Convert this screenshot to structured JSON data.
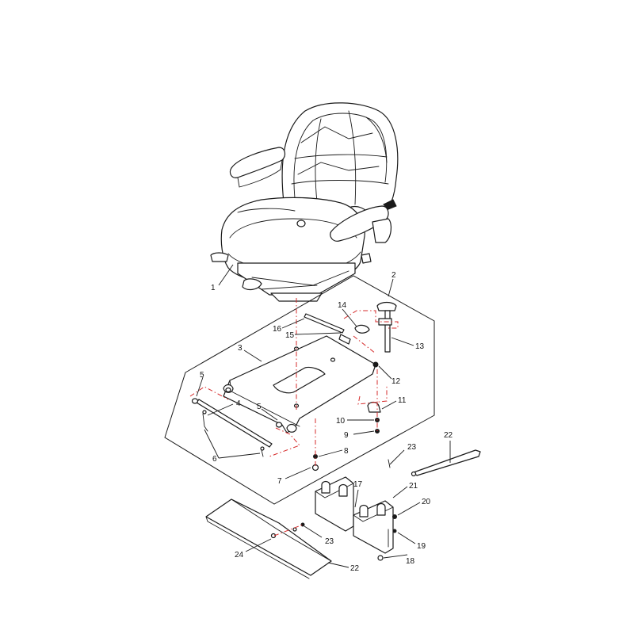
{
  "callouts": [
    {
      "id": "c1",
      "label": "1"
    },
    {
      "id": "c2",
      "label": "2"
    },
    {
      "id": "c3",
      "label": "3"
    },
    {
      "id": "c4",
      "label": "4"
    },
    {
      "id": "c5a",
      "label": "5"
    },
    {
      "id": "c5b",
      "label": "5"
    },
    {
      "id": "c6",
      "label": "6"
    },
    {
      "id": "c7",
      "label": "7"
    },
    {
      "id": "c8",
      "label": "8"
    },
    {
      "id": "c9",
      "label": "9"
    },
    {
      "id": "c10",
      "label": "10"
    },
    {
      "id": "c11",
      "label": "11"
    },
    {
      "id": "c12",
      "label": "12"
    },
    {
      "id": "c13",
      "label": "13"
    },
    {
      "id": "c14",
      "label": "14"
    },
    {
      "id": "c15",
      "label": "15"
    },
    {
      "id": "c16",
      "label": "16"
    },
    {
      "id": "c17",
      "label": "17"
    },
    {
      "id": "c18",
      "label": "18"
    },
    {
      "id": "c19",
      "label": "19"
    },
    {
      "id": "c20",
      "label": "20"
    },
    {
      "id": "c21",
      "label": "21"
    },
    {
      "id": "c22a",
      "label": "22"
    },
    {
      "id": "c22b",
      "label": "22"
    },
    {
      "id": "c23a",
      "label": "23"
    },
    {
      "id": "c23b",
      "label": "23"
    },
    {
      "id": "c24",
      "label": "24"
    }
  ],
  "colors": {
    "line_art": "#1a1a1a",
    "assembly_path": "#d62b2b",
    "background": "#ffffff"
  }
}
